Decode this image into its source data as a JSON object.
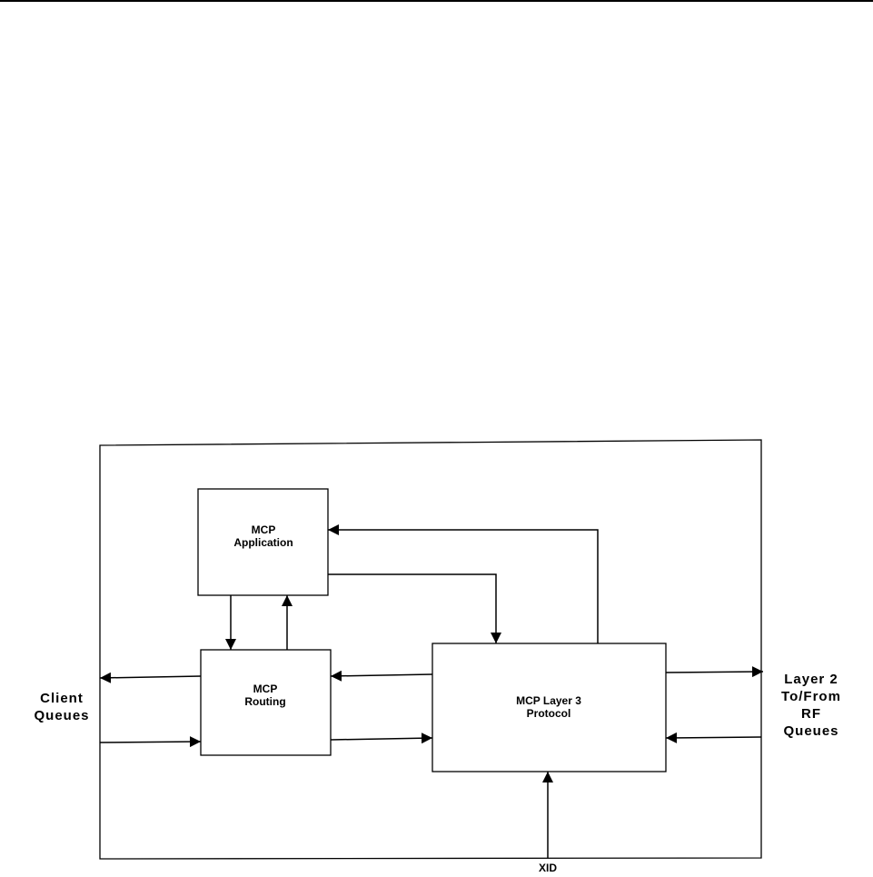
{
  "blocks": {
    "application": {
      "line1": "MCP",
      "line2": "Application"
    },
    "routing": {
      "line1": "MCP",
      "line2": "Routing"
    },
    "layer3": {
      "line1": "MCP Layer 3",
      "line2": "Protocol"
    }
  },
  "labels": {
    "client": {
      "line1": "Client",
      "line2": "Queues"
    },
    "layer2": {
      "line1": "Layer 2",
      "line2": "To/From",
      "line3": "RF",
      "line4": "Queues"
    },
    "xid": "XID"
  }
}
